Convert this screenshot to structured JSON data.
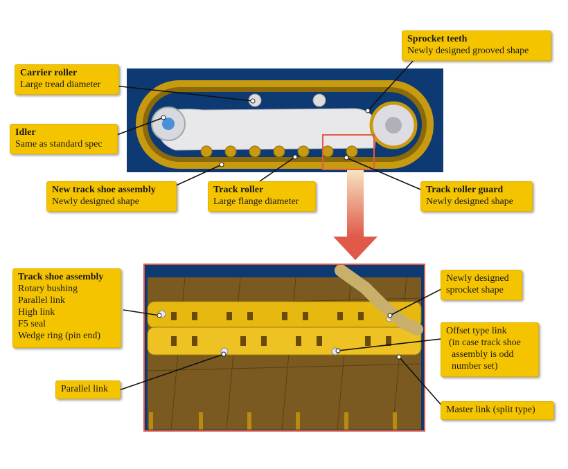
{
  "top_callouts": {
    "carrier_roller": {
      "title": "Carrier roller",
      "sub": "Large tread diameter"
    },
    "idler": {
      "title": "Idler",
      "sub": "Same as standard spec"
    },
    "sprocket_teeth": {
      "title": "Sprocket teeth",
      "sub": "Newly designed grooved shape"
    },
    "new_track_shoe": {
      "title": "New track shoe assembly",
      "sub": "Newly designed shape"
    },
    "track_roller": {
      "title": "Track roller",
      "sub": "Large flange diameter"
    },
    "track_roller_guard": {
      "title": "Track roller guard",
      "sub": "Newly designed shape"
    }
  },
  "bottom_callouts": {
    "track_shoe_assembly": {
      "title": "Track shoe assembly",
      "items": [
        "Rotary bushing",
        "Parallel link",
        "High link",
        "F5 seal",
        "Wedge ring (pin end)"
      ]
    },
    "parallel_link": "Parallel link",
    "newly_designed_sprocket": [
      "Newly designed",
      "sprocket shape"
    ],
    "offset_type_link": [
      "Offset type link",
      "(in case track shoe",
      "assembly is odd",
      "number set)"
    ],
    "master_link": "Master link (split type)"
  },
  "colors": {
    "callout": "#f5c400",
    "panel_bg": "#0d3a73",
    "track": "#c89a10",
    "frame": "#e8e8ea",
    "highlight": "#e05a4a",
    "arrow": "#e05a4a"
  }
}
